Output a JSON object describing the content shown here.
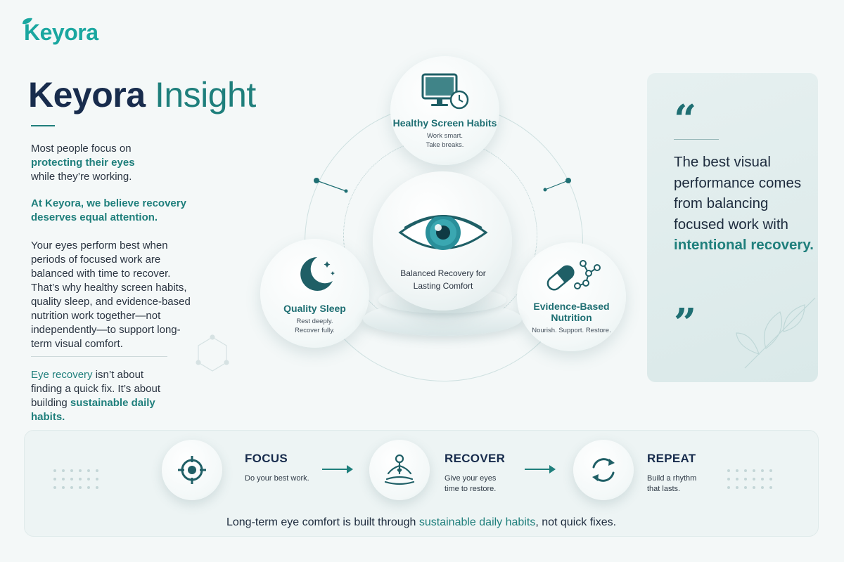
{
  "brand": {
    "logo_text": "Keyora"
  },
  "title": {
    "part1": "Keyora",
    "part2": "Insight"
  },
  "intro": {
    "p1_a": "Most people focus on",
    "p1_b": "protecting their eyes",
    "p1_c": "while they’re working.",
    "p2": "At Keyora, we believe recovery deserves equal attention.",
    "p3": "Your eyes perform best when periods of focused work are balanced with time to recover. That’s why healthy screen habits, quality sleep, and evidence-based nutrition work together—not independently—to support long-term visual comfort.",
    "p4_a": "Eye recovery",
    "p4_b": " isn’t about finding a quick fix. It’s about building ",
    "p4_c": "sustainable daily habits."
  },
  "diagram": {
    "center": {
      "label": "Balanced Recovery for Lasting Comfort",
      "icon": "eye-icon"
    },
    "top": {
      "title": "Healthy Screen Habits",
      "sub1": "Work smart.",
      "sub2": "Take breaks.",
      "icon": "monitor-clock-icon"
    },
    "left": {
      "title": "Quality Sleep",
      "sub1": "Rest deeply.",
      "sub2": "Recover fully.",
      "icon": "moon-stars-icon"
    },
    "right": {
      "title": "Evidence-Based Nutrition",
      "sub1": "Nourish. Support. Restore.",
      "icon": "capsule-molecule-icon"
    }
  },
  "quote": {
    "open": "“",
    "line": "The best visual performance comes from balancing focused work with",
    "emphasis": "intentional recovery.",
    "close": "”"
  },
  "steps": [
    {
      "title": "FOCUS",
      "sub": "Do your best work.",
      "icon": "target-icon"
    },
    {
      "title": "RECOVER",
      "sub": "Give your eyes time to restore.",
      "icon": "meditation-icon"
    },
    {
      "title": "REPEAT",
      "sub": "Build a rhythm that lasts.",
      "icon": "cycle-arrows-icon"
    }
  ],
  "banner": {
    "text_a": "Long-term eye comfort is built through ",
    "text_b": "sustainable daily habits",
    "text_c": ", not quick fixes."
  },
  "colors": {
    "brand_teal": "#1aa7a0",
    "dark_teal": "#1f7f7c",
    "navy": "#182c4d"
  }
}
